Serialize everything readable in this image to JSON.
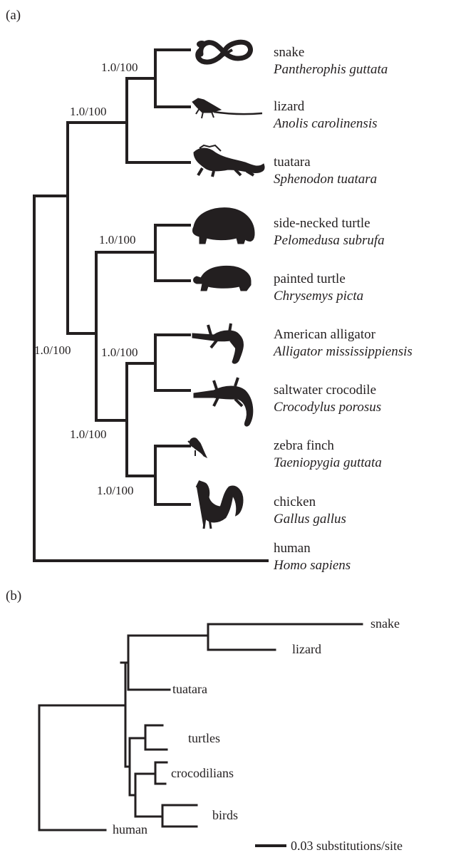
{
  "panel_a": {
    "label": "(a)",
    "taxa": [
      {
        "common": "snake",
        "scientific": "Pantherophis guttata",
        "silhouette": "snake-silhouette"
      },
      {
        "common": "lizard",
        "scientific": "Anolis carolinensis",
        "silhouette": "lizard-silhouette"
      },
      {
        "common": "tuatara",
        "scientific": "Sphenodon tuatara",
        "silhouette": "tuatara-silhouette"
      },
      {
        "common": "side-necked turtle",
        "scientific": "Pelomedusa subrufa",
        "silhouette": "turtle-silhouette"
      },
      {
        "common": "painted turtle",
        "scientific": "Chrysemys picta",
        "silhouette": "turtle-silhouette"
      },
      {
        "common": "American alligator",
        "scientific": "Alligator mississippiensis",
        "silhouette": "alligator-silhouette"
      },
      {
        "common": "saltwater crocodile",
        "scientific": "Crocodylus porosus",
        "silhouette": "crocodile-silhouette"
      },
      {
        "common": "zebra finch",
        "scientific": "Taeniopygia guttata",
        "silhouette": "finch-silhouette"
      },
      {
        "common": "chicken",
        "scientific": "Gallus gallus",
        "silhouette": "chicken-silhouette"
      },
      {
        "common": "human",
        "scientific": "Homo sapiens",
        "silhouette": ""
      }
    ],
    "support": {
      "snake_lizard": "1.0/100",
      "squamates_tuatara": "1.0/100",
      "turtles": "1.0/100",
      "archelosauria": "1.0/100",
      "crocodilians": "1.0/100",
      "archosaurs": "1.0/100",
      "birds": "1.0/100"
    }
  },
  "panel_b": {
    "label": "(b)",
    "tips": [
      "snake",
      "lizard",
      "tuatara",
      "turtles",
      "crocodilians",
      "birds",
      "human"
    ],
    "scale_label": "0.03 substitutions/site"
  }
}
